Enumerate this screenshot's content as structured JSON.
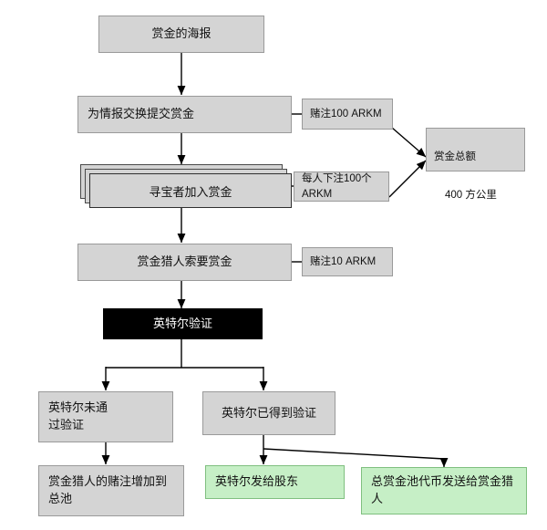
{
  "diagram": {
    "title_node": {
      "label": "赏金的海报"
    },
    "nodes": {
      "submit_bounty": {
        "label": "为情报交换提交赏金"
      },
      "treasure_hunters_join": {
        "label": "寻宝者加入赏金"
      },
      "bounty_hunter_claim": {
        "label": "赏金猎人索要赏金"
      },
      "intel_verification": {
        "label": "英特尔验证"
      },
      "intel_not_verified": {
        "label": "英特尔未通\n过验证"
      },
      "intel_verified": {
        "label": "英特尔已得到验证"
      },
      "stake_added_to_pool": {
        "label": "赏金猎人的赌注增加到\n总池"
      },
      "intel_to_shareholders": {
        "label": "英特尔发给股东"
      },
      "pool_tokens_to_hunter": {
        "label": "总赏金池代币发送给赏金猎\n人"
      }
    },
    "annotations": {
      "stake_100_arkm": {
        "label": "赌注100 ARKM"
      },
      "each_person_100_arkm": {
        "label": "每人下注100个ARKM"
      },
      "stake_10_arkm": {
        "label": "赌注10 ARKM"
      },
      "bounty_total": {
        "title": "赏金总额",
        "value": "400 方公里"
      }
    },
    "colors": {
      "box_fill": "#d4d4d4",
      "box_border": "#9a9a9a",
      "dark_fill": "#000000",
      "dark_text": "#ffffff",
      "green_fill": "#c6efc6",
      "green_border": "#7fbf7f",
      "wire": "#000000",
      "page_background": "#ffffff"
    }
  }
}
